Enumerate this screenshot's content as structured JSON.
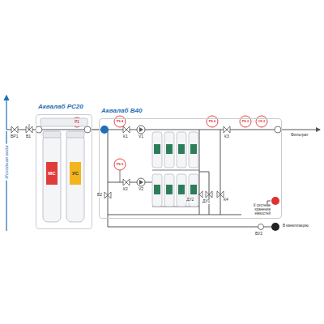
{
  "diagram": {
    "nodes": [
      {
        "text": [
          "Аквалаб РС20"
        ]
      },
      {
        "text": [
          "Аквалаб В40"
        ]
      }
    ],
    "edges": [
      {
        "from": 0,
        "to": 1,
        "arrow": "none"
      }
    ],
    "labels": [
      "Исходная вода",
      "ВР1",
      "В1",
      "P1",
      "PS 4",
      "К1",
      "V1",
      "PS 5",
      "К2",
      "V2",
      "В2",
      "PS 6",
      "К3",
      "PS 2",
      "СК 2",
      "ДУ2",
      "ДУ1",
      "К4",
      "Фильтрат",
      "К системе хранения емкостей",
      "В канализацию",
      "ВУ2",
      "МС",
      "УС"
    ]
  }
}
